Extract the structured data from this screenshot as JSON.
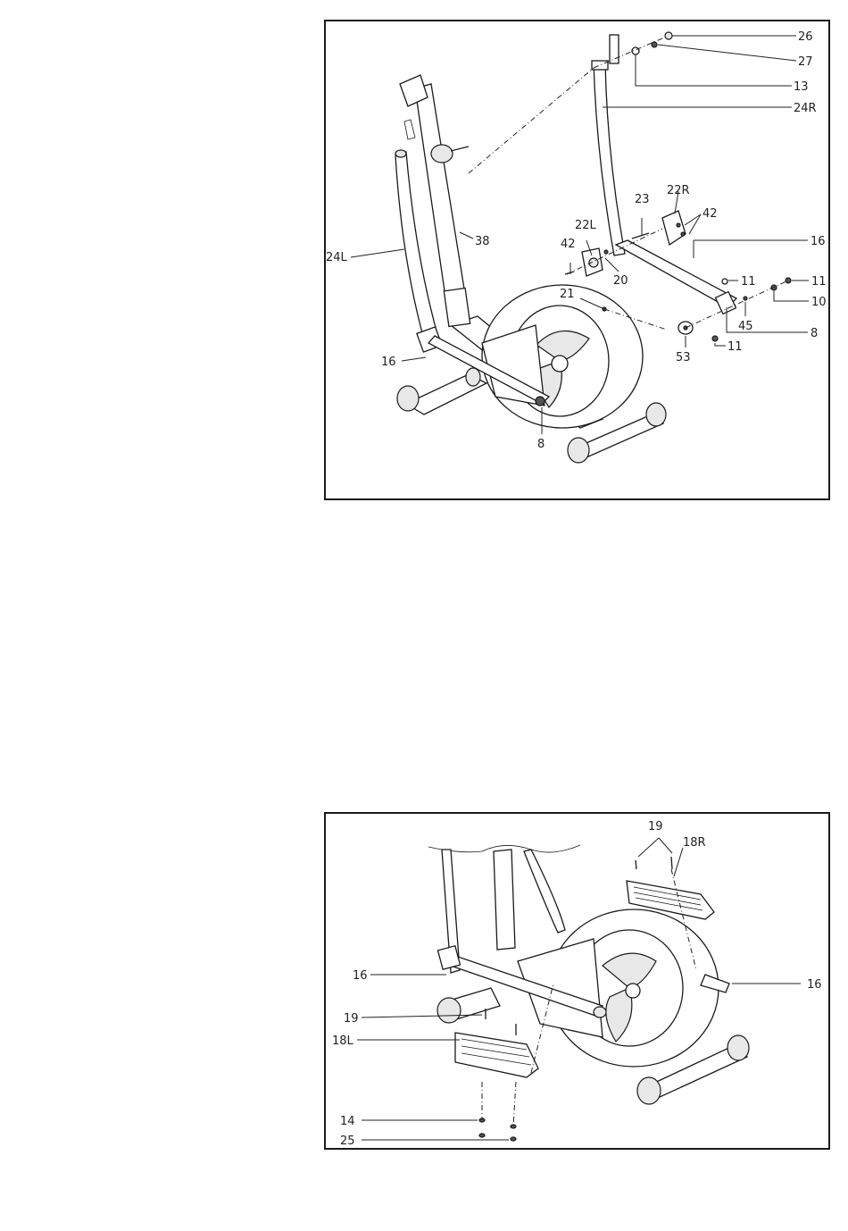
{
  "diagram_top": {
    "labels": {
      "p26": "26",
      "p27": "27",
      "p13": "13",
      "p24R": "24R",
      "p23": "23",
      "p22R": "22R",
      "p42a": "42",
      "p22L": "22L",
      "p42b": "42",
      "p16a": "16",
      "p38": "38",
      "p24L": "24L",
      "p20": "20",
      "p11a": "11",
      "p11b": "11",
      "p10": "10",
      "p21": "21",
      "p45": "45",
      "p8a": "8",
      "p53": "53",
      "p11c": "11",
      "p16b": "16",
      "p8b": "8"
    }
  },
  "diagram_bottom": {
    "labels": {
      "p19a": "19",
      "p18R": "18R",
      "p16a": "16",
      "p16b": "16",
      "p19b": "19",
      "p18L": "18L",
      "p14": "14",
      "p25": "25"
    }
  }
}
